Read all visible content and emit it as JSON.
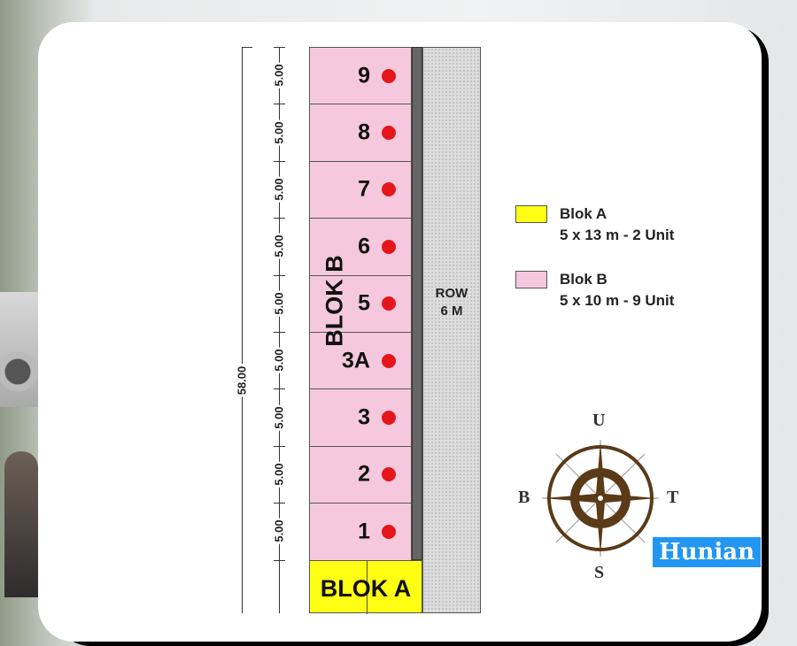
{
  "lots": [
    {
      "label": "9"
    },
    {
      "label": "8"
    },
    {
      "label": "7"
    },
    {
      "label": "6"
    },
    {
      "label": "5"
    },
    {
      "label": "3A"
    },
    {
      "label": "3"
    },
    {
      "label": "2"
    },
    {
      "label": "1"
    }
  ],
  "segment_dimension": "5.00",
  "total_dimension": "58.00",
  "blok_b_label": "BLOK B",
  "blok_a_label": "BLOK A",
  "road": {
    "line1": "ROW",
    "line2": "6 M"
  },
  "legend": [
    {
      "name": "Blok A",
      "detail": "5 x 13 m - 2 Unit",
      "color": "#ffff14"
    },
    {
      "name": "Blok B",
      "detail": "5 x 10 m - 9 Unit",
      "color": "#f5c8de"
    }
  ],
  "compass": {
    "north": "U",
    "south": "S",
    "east": "T",
    "west": "B"
  },
  "watermark": "Hunian"
}
